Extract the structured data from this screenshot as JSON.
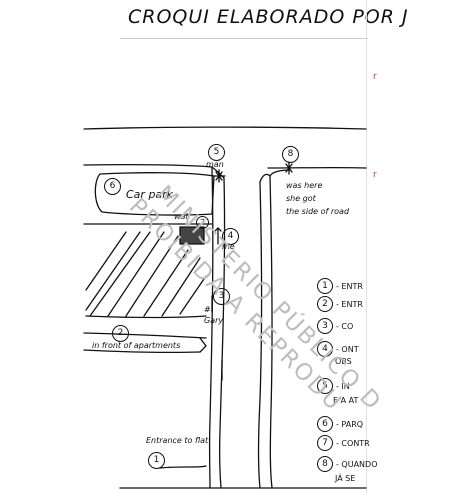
{
  "title": "CROQUI ELABORADO POR J",
  "edge_marks": [
    "r",
    "r"
  ],
  "watermark": [
    "MINISTERIO PÚBLICO D",
    "PROIBIDA A REPRODU"
  ],
  "map_labels": {
    "car_park": "Car park",
    "car_park_num": "6",
    "wall": "wall",
    "wall_num": "7",
    "man": "man",
    "man_num": "5",
    "me": "me",
    "me_num": "4",
    "gary_num": "3",
    "gary": "Gary",
    "gary_prefix": "#",
    "front_apartments_num": "2",
    "front_apartments": "in front of apartments",
    "entrance_num": "1",
    "entrance": "Entrance to flat",
    "was_here_num": "8",
    "was_here": "was here",
    "she_got": "she got",
    "road_text": "the side of road"
  },
  "legend": [
    {
      "num": "1",
      "text": "- ENTR"
    },
    {
      "num": "2",
      "text": "- ENTR"
    },
    {
      "num": "3",
      "text": "- CO"
    },
    {
      "num": "4",
      "text": "- ONT"
    },
    {
      "num": "",
      "text": "OBS"
    },
    {
      "num": "5",
      "text": "- IN"
    },
    {
      "num": "",
      "text": "E A AT"
    },
    {
      "num": "6",
      "text": "- PARQ"
    },
    {
      "num": "7",
      "text": "- CONTR"
    },
    {
      "num": "8",
      "text": "- QUANDO"
    },
    {
      "num": "",
      "text": "JÁ SE"
    }
  ]
}
